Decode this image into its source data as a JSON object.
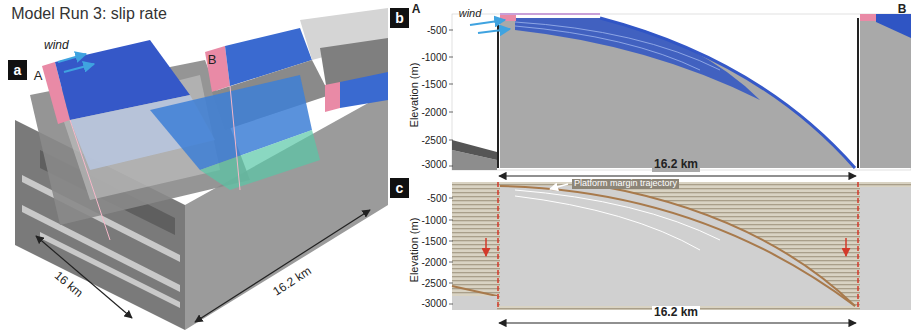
{
  "diagram": {
    "title": "Model Run 3: slip rate",
    "nodes": [
      {
        "text": [
          "a"
        ]
      },
      {
        "text": [
          "b"
        ]
      },
      {
        "text": [
          "c"
        ]
      }
    ],
    "labels": [
      "A",
      "wind",
      "B",
      "16 km",
      "16.2 km",
      "A",
      "wind",
      "B",
      "Elevation (m)",
      "-500",
      "-1000",
      "-1500",
      "-2000",
      "-2500",
      "-3000",
      "16.2 km",
      "Platform margin trajectory",
      "Elevation (m)",
      "-500",
      "-1000",
      "-1500",
      "-2000",
      "-2500",
      "-3000",
      "16.2 km"
    ]
  }
}
